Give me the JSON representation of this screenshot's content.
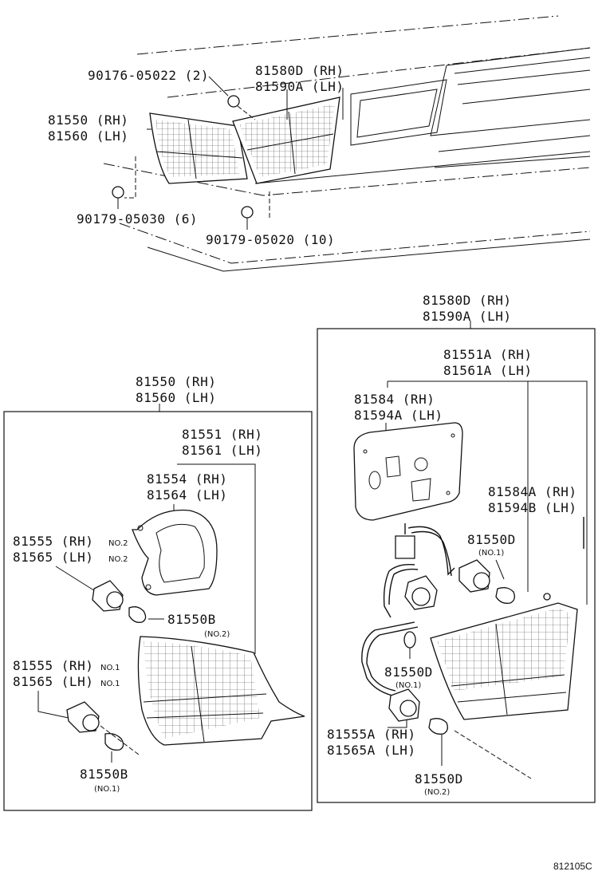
{
  "top_assembly": {
    "screw_label": "90176-05022 (2)",
    "outer_lamp_rh": "81550 (RH)",
    "outer_lamp_lh": "81560 (LH)",
    "inner_lamp_rh": "81580D (RH)",
    "inner_lamp_lh": "81590A (LH)",
    "nut_left_label": "90179-05030 (6)",
    "nut_right_label": "90179-05020 (10)"
  },
  "left_box": {
    "title_rh": "81550 (RH)",
    "title_lh": "81560 (LH)",
    "lens_rh": "81551 (RH)",
    "lens_lh": "81561 (LH)",
    "gasket_rh": "81554 (RH)",
    "gasket_lh": "81564 (LH)",
    "socket2_rh": "81555 (RH)",
    "socket2_lh": "81565 (LH)",
    "socket2_no_rh": "NO.2",
    "socket2_no_lh": "NO.2",
    "bulb2": "81550B",
    "bulb2_no": "(NO.2)",
    "socket1_rh": "81555 (RH)",
    "socket1_lh": "81565 (LH)",
    "socket1_no_rh": "NO.1",
    "socket1_no_lh": "NO.1",
    "bulb1": "81550B",
    "bulb1_no": "(NO.1)"
  },
  "right_box": {
    "title_rh": "81580D (RH)",
    "title_lh": "81590A (LH)",
    "lens_rh": "81551A (RH)",
    "lens_lh": "81561A (LH)",
    "plate_rh": "81584  (RH)",
    "plate_lh": "81594A (LH)",
    "gasket_rh": "81584A (RH)",
    "gasket_lh": "81594B (LH)",
    "bulb_top": "81550D",
    "bulb_top_no": "(NO.1)",
    "bulb_mid": "81550D",
    "bulb_mid_no": "(NO.1)",
    "socket_rh": "81555A (RH)",
    "socket_lh": "81565A (LH)",
    "bulb_bottom": "81550D",
    "bulb_bottom_no": "(NO.2)"
  },
  "figure_ref": "812105C"
}
